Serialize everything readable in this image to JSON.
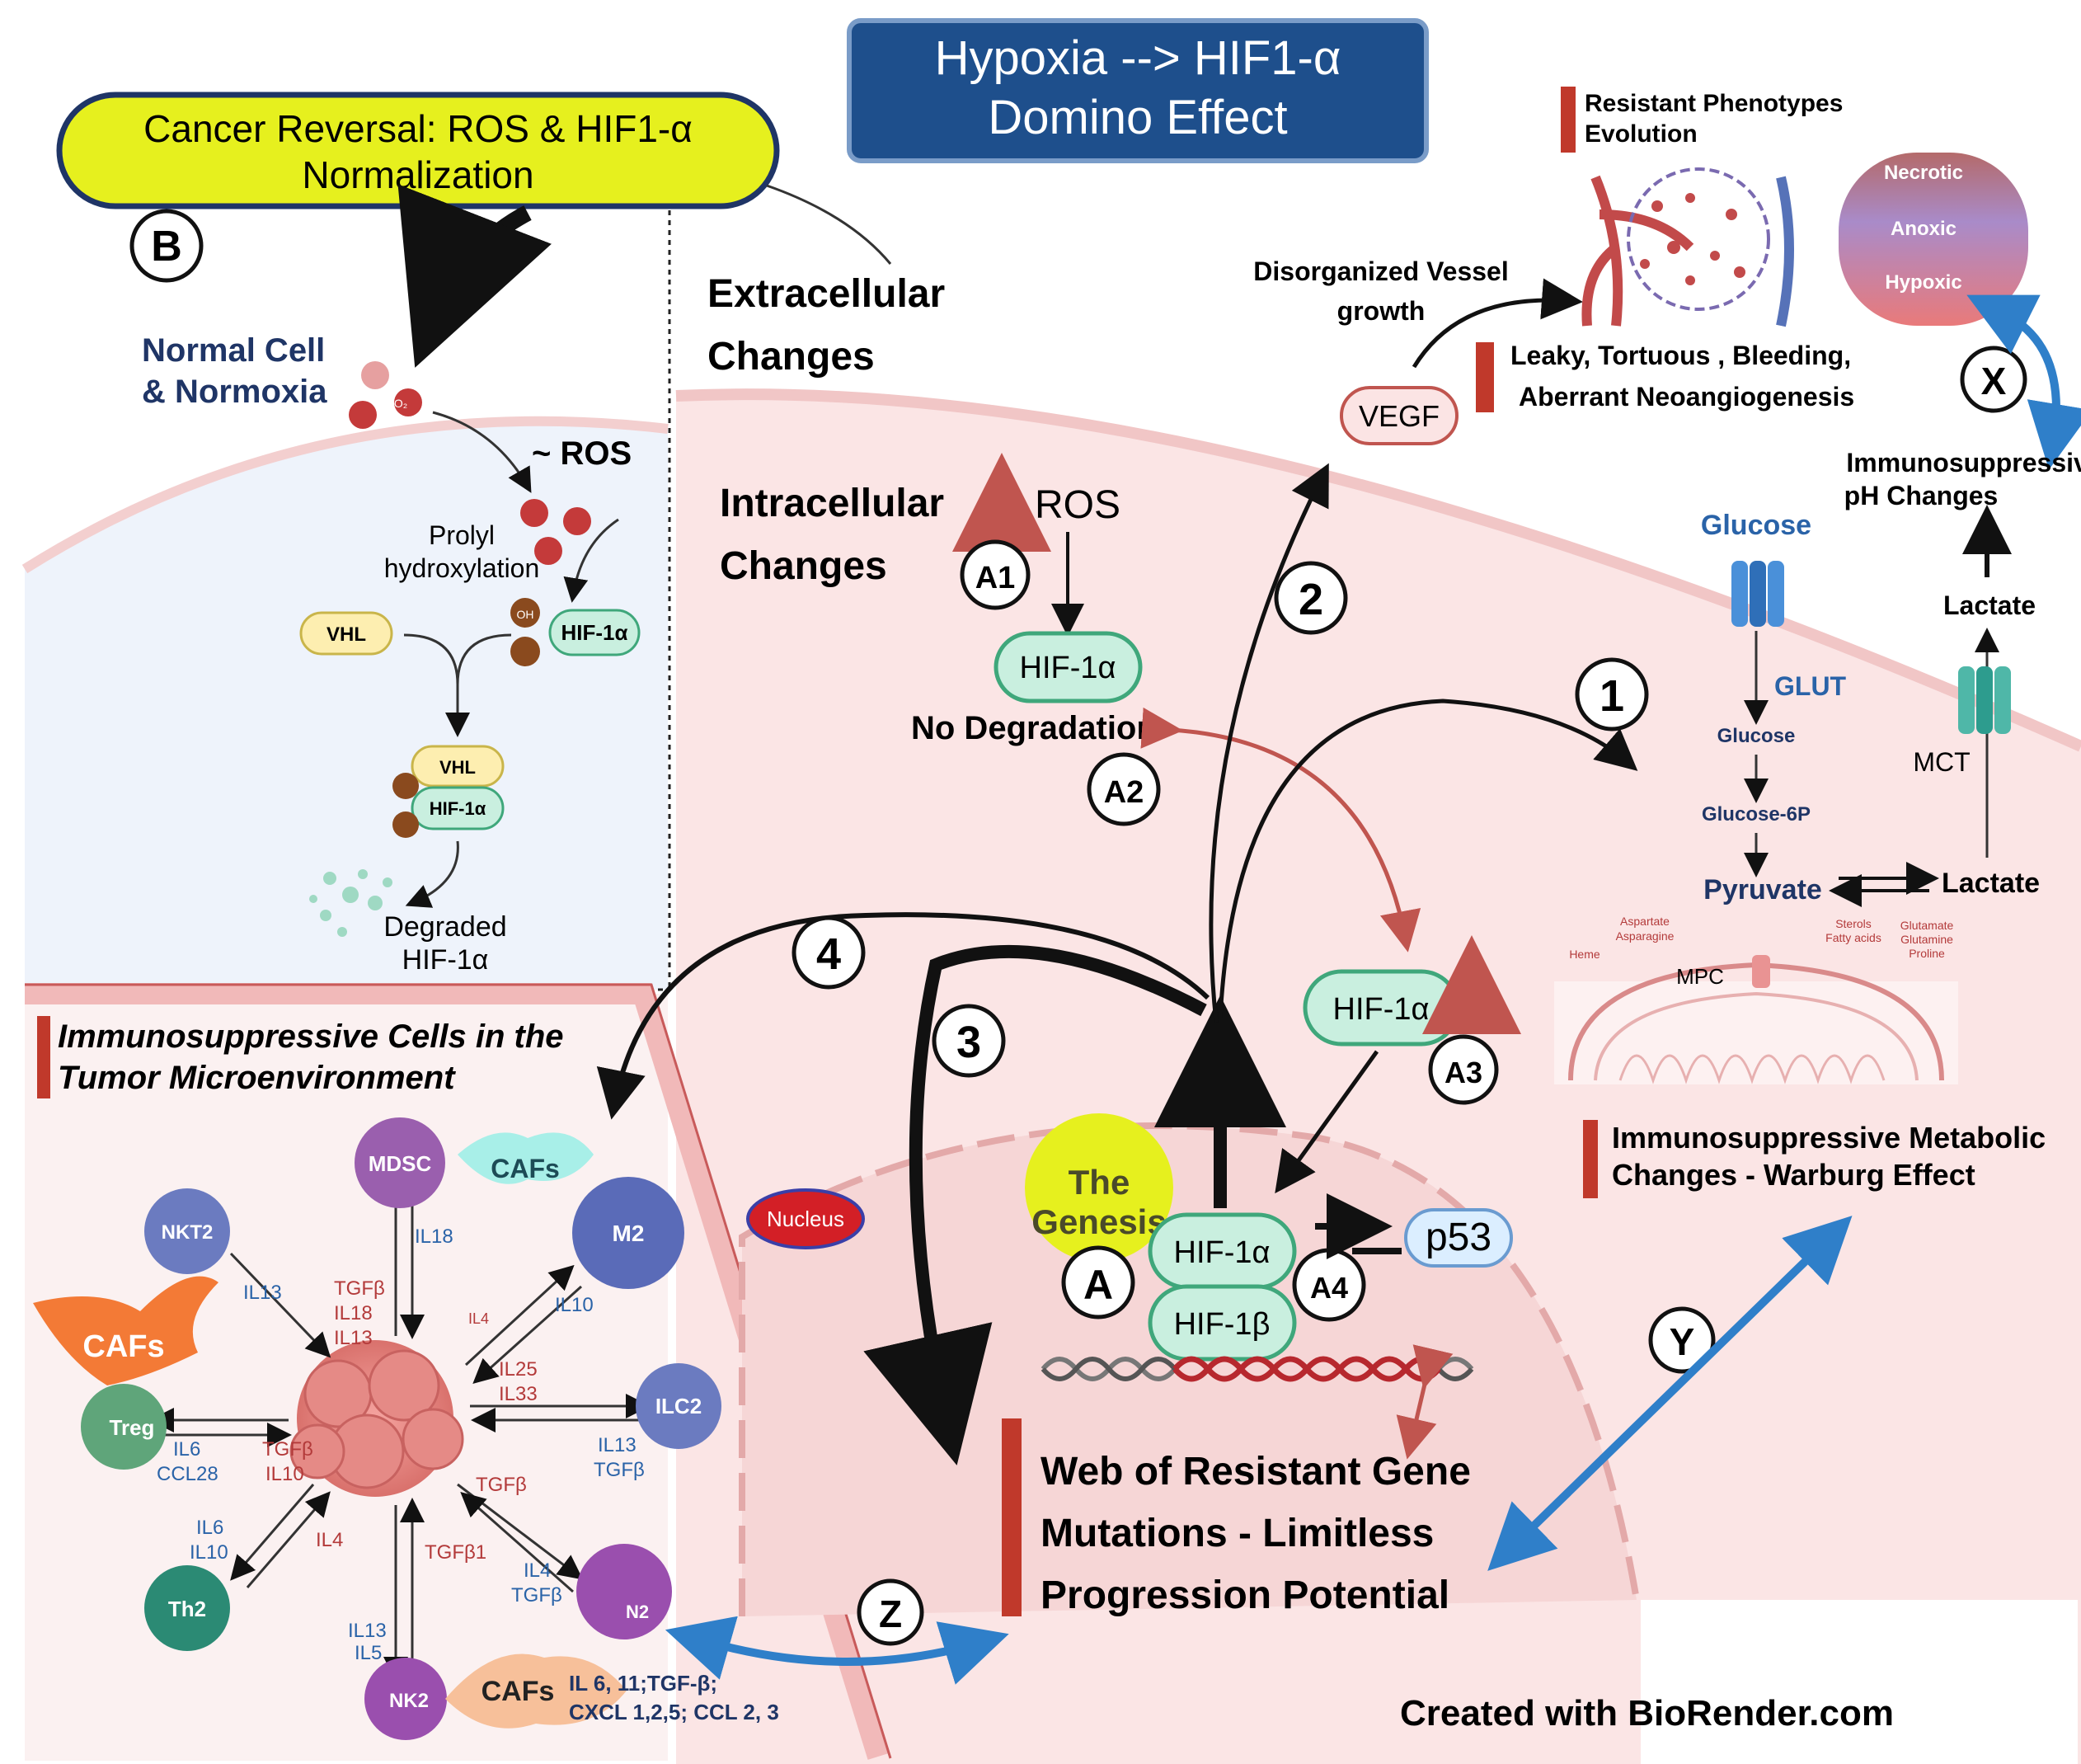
{
  "title": {
    "line1": "Hypoxia --> HIF1-α",
    "line2": "Domino Effect"
  },
  "reversal": {
    "line1": "Cancer Reversal: ROS & HIF1-α",
    "line2": "Normalization",
    "badge": "B"
  },
  "normal_cell": {
    "label1": "Normal Cell",
    "label2": "& Normoxia",
    "o2": "O₂",
    "ros": "~ ROS",
    "prolyl1": "Prolyl",
    "prolyl2": "hydroxylation",
    "vhl": "VHL",
    "hif": "HIF-1α",
    "oh": "OH",
    "degraded1": "Degraded",
    "degraded2": "HIF-1α"
  },
  "extracellular": {
    "line1": "Extracellular",
    "line2": "Changes"
  },
  "intracellular": {
    "line1": "Intracellular",
    "line2": "Changes"
  },
  "ros": "ROS",
  "hif_alpha": "HIF-1α",
  "hif_beta": "HIF-1β",
  "no_degradation": "No Degradation",
  "badges": {
    "a": "A",
    "a1": "A1",
    "a2": "A2",
    "a3": "A3",
    "a4": "A4",
    "n1": "1",
    "n2": "2",
    "n3": "3",
    "n4": "4",
    "x": "X",
    "y": "Y",
    "z": "Z"
  },
  "vessel": {
    "disorganized1": "Disorganized Vessel",
    "disorganized2": "growth",
    "vegf": "VEGF",
    "leaky1": "Leaky, Tortuous , Bleeding,",
    "leaky2": "Aberrant Neoangiogenesis",
    "resistant1": "Resistant Phenotypes",
    "resistant2": "Evolution",
    "necrotic": "Necrotic",
    "anoxic": "Anoxic",
    "hypoxic": "Hypoxic"
  },
  "ph": {
    "line1": "Immunosuppressive",
    "line2": "pH Changes"
  },
  "metabolism": {
    "glucose_top": "Glucose",
    "glut": "GLUT",
    "glucose": "Glucose",
    "glucose6p": "Glucose-6P",
    "pyruvate": "Pyruvate",
    "lactate": "Lactate",
    "lactate_top": "Lactate",
    "mct": "MCT",
    "mpc": "MPC",
    "aspartate": "Aspartate",
    "asparagine": "Asparagine",
    "heme": "Heme",
    "sterols": "Sterols",
    "fatty": "Fatty acids",
    "glutamate": "Glutamate",
    "glutamine": "Glutamine",
    "proline": "Proline"
  },
  "warburg": {
    "line1": "Immunosuppressive Metabolic",
    "line2": "Changes - Warburg Effect"
  },
  "genesis": {
    "line1": "The",
    "line2": "Genesis"
  },
  "nucleus": "Nucleus",
  "p53": "p53",
  "web": {
    "line1": "Web of Resistant Gene",
    "line2": "Mutations - Limitless",
    "line3": "Progression Potential"
  },
  "tme": {
    "line1": "Immunosuppressive Cells in the",
    "line2": "Tumor Microenvironment"
  },
  "cells": {
    "mdsc": "MDSC",
    "cafs": "CAFs",
    "m2": "M2",
    "nkt2": "NKT2",
    "treg": "Treg",
    "ilc2": "ILC2",
    "th2": "Th2",
    "nk2": "NK2",
    "n2": "N2"
  },
  "cytokines": {
    "il18": "IL18",
    "il13a": "IL13",
    "tgfb_block": "TGFβ",
    "il18b": "IL18",
    "il13b": "IL13",
    "il4a": "IL4",
    "il10a": "IL10",
    "il25": "IL25",
    "il33": "IL33",
    "il13c": "IL13",
    "tgfb_c": "TGFβ",
    "il6a": "IL6",
    "ccl28": "CCL28",
    "tgfb_d": "TGFβ",
    "il10b": "IL10",
    "tgfb_e": "TGFβ",
    "il6b": "IL6",
    "il10c": "IL10",
    "il4b": "IL4",
    "tgfb1": "TGFβ1",
    "il4c": "IL4",
    "tgfb_f": "TGFβ",
    "il13d": "IL13",
    "il5": "IL5",
    "caf_list1": "IL 6, 11;TGF-β;",
    "caf_list2": "CXCL 1,2,5; CCL 2, 3"
  },
  "credit": "Created  with BioRender.com",
  "colors": {
    "navy_box": "#1e4f8c",
    "yellow": "#e6f01e",
    "hif_green": "#c9efdf",
    "cell_pink": "#fbe4e4",
    "accent_red": "#c0392b",
    "blue_arrow": "#2f7fc9"
  }
}
